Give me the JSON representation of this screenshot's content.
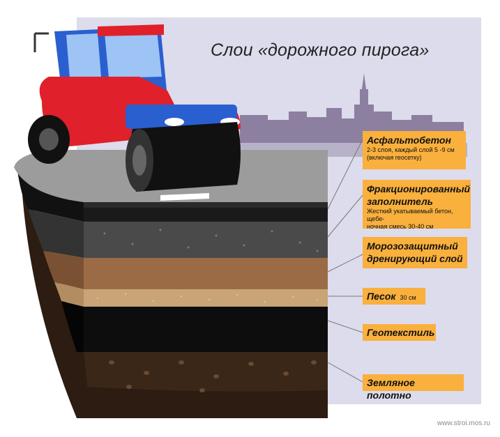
{
  "title": "Слои «дорожного пирога»",
  "layers": [
    {
      "name": "Асфальтобетон",
      "desc_lines": [
        "2-3 слоя, каждый слой 5 -9 см",
        "(включая геосетку)"
      ],
      "color": "#1a1a1a"
    },
    {
      "name_lines": [
        "Фракционированный",
        "заполнитель"
      ],
      "desc_lines": [
        "Жесткий укатываемый бетон, щебе-",
        "ночная смесь  30-40 см"
      ],
      "color": "#4a4a4a"
    },
    {
      "name_lines": [
        "Морозозащитный",
        "дренирующий слой"
      ],
      "color": "#9a6b44"
    },
    {
      "name": "Песок",
      "desc": "30 см",
      "color": "#c8a477"
    },
    {
      "name": "Геотекстиль",
      "color": "#0d0d0d"
    },
    {
      "name": "Земляное полотно",
      "color": "#3a2718"
    }
  ],
  "colors": {
    "label_bg": "#f9b03d",
    "panel": "#dcdcec",
    "roller_red": "#e0202a",
    "roller_blue": "#2a5fd0"
  },
  "source": "www.stroi.mos.ru"
}
